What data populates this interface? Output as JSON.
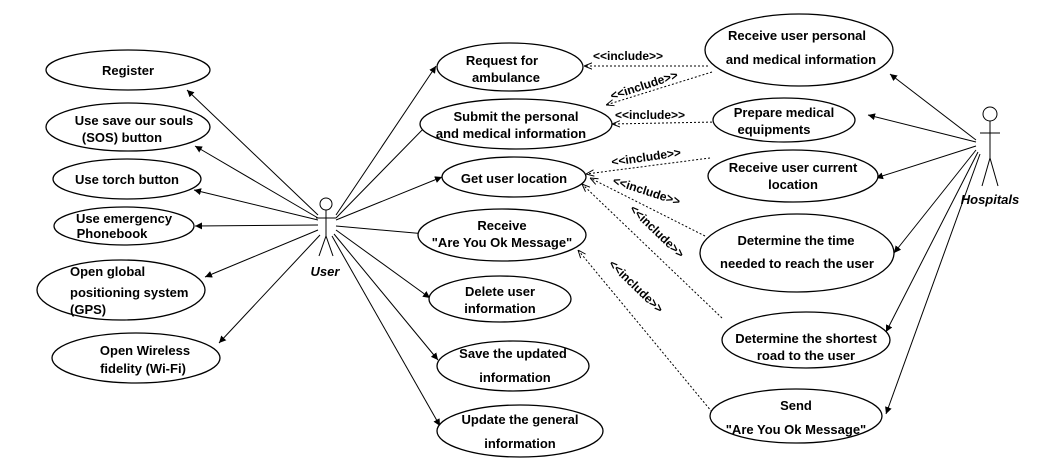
{
  "actors": {
    "user": "User",
    "hospitals": "Hospitals"
  },
  "use_cases": {
    "register": [
      "Register"
    ],
    "sos": [
      "Use save our souls",
      "(SOS) button"
    ],
    "torch": [
      "Use torch button"
    ],
    "phonebook": [
      "Use emergency",
      "Phonebook"
    ],
    "gps": [
      "Open global",
      "positioning system",
      "(GPS)"
    ],
    "wifi": [
      "Open Wireless",
      "fidelity (Wi-Fi)"
    ],
    "ambulance": [
      "Request for",
      "ambulance"
    ],
    "submit": [
      "Submit the personal",
      "and medical information"
    ],
    "location": [
      "Get user location"
    ],
    "receive_ok": [
      "Receive",
      "\"Are You Ok Message\""
    ],
    "delete": [
      "Delete user",
      "information"
    ],
    "save_updated": [
      "Save the updated",
      "information"
    ],
    "update_general": [
      "Update the general",
      "information"
    ],
    "receive_info": [
      "Receive user personal",
      "and medical information"
    ],
    "prepare": [
      "Prepare medical",
      "equipments"
    ],
    "receive_loc": [
      "Receive user current",
      "location"
    ],
    "time": [
      "Determine the time",
      "needed to reach the user"
    ],
    "shortest": [
      "Determine the shortest",
      "road to the user"
    ],
    "send_ok": [
      "Send",
      "\"Are You Ok Message\""
    ]
  },
  "include_label": "<<include>>"
}
